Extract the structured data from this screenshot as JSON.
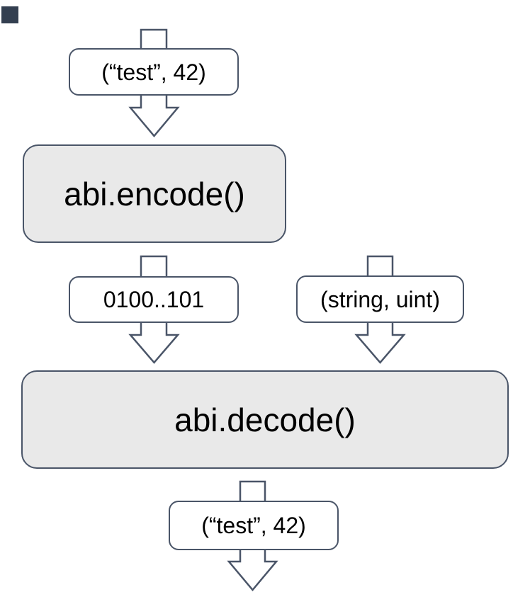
{
  "colors": {
    "background": "#ffffff",
    "border": "#4a5568",
    "process_fill": "#e9e9e9",
    "label_fill": "#ffffff",
    "text": "#000000",
    "marker": "#333f50"
  },
  "diagram": {
    "nodes": [
      {
        "id": "input-tuple",
        "kind": "data-label",
        "label": "(“test”, 42)"
      },
      {
        "id": "abi-encode",
        "kind": "process",
        "label": "abi.encode()"
      },
      {
        "id": "encoded-bytes",
        "kind": "data-label",
        "label": "0100..101"
      },
      {
        "id": "types-tuple",
        "kind": "data-label",
        "label": "(string, uint)"
      },
      {
        "id": "abi-decode",
        "kind": "process",
        "label": "abi.decode()"
      },
      {
        "id": "output-tuple",
        "kind": "data-label",
        "label": "(“test”, 42)"
      }
    ],
    "arrows": [
      {
        "id": "input-to-encode",
        "from": "input-tuple",
        "to": "abi-encode"
      },
      {
        "id": "encode-to-decode",
        "from": "abi-encode",
        "to": "abi-decode",
        "via": "encoded-bytes"
      },
      {
        "id": "types-to-decode",
        "from": "types-tuple",
        "to": "abi-decode"
      },
      {
        "id": "decode-to-output",
        "from": "abi-decode",
        "to": "output-tuple"
      }
    ]
  }
}
